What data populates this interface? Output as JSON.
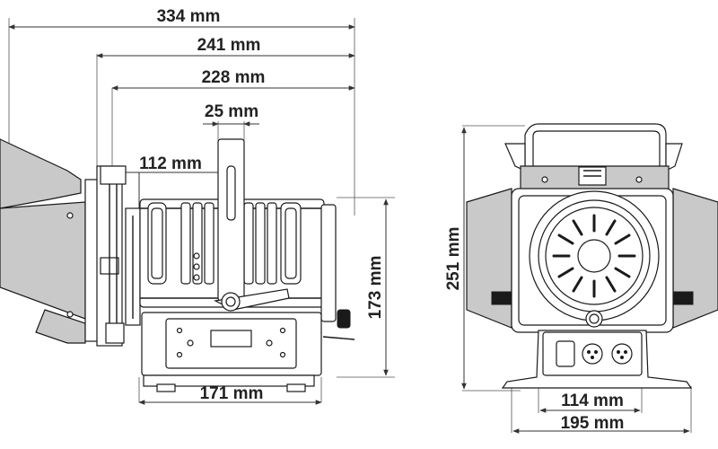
{
  "dimensions": {
    "side": {
      "total_length": "334 mm",
      "body_with_barndoor": "241 mm",
      "body_length": "228 mm",
      "handle_width": "25 mm",
      "lens_offset": "112 mm",
      "base_length": "171 mm",
      "height": "173 mm"
    },
    "front": {
      "total_height": "251 mm",
      "base_inner_width": "114 mm",
      "base_width": "195 mm"
    }
  },
  "colors": {
    "line": "#1a1a1a",
    "barn_door": "#c9c9c9",
    "dimension_text": "#222222"
  },
  "icons": {
    "display": "lcd-display-icon",
    "xlr_in": "xlr-connector-icon",
    "xlr_out": "xlr-connector-icon",
    "power_in": "power-connector-icon"
  }
}
